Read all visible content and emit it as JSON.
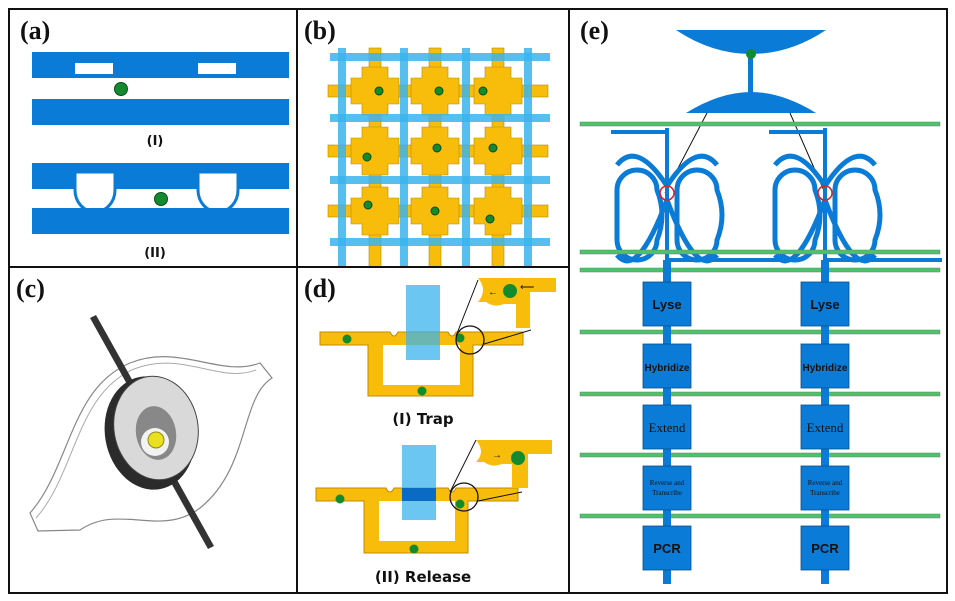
{
  "panels": {
    "a": {
      "label": "(a)",
      "captions": [
        "(I)",
        "(II)"
      ]
    },
    "b": {
      "label": "(b)"
    },
    "c": {
      "label": "(c)"
    },
    "d": {
      "label": "(d)",
      "captions": [
        "(I) Trap",
        "(II) Release"
      ]
    },
    "e": {
      "label": "(e)",
      "steps": [
        "Lyse",
        "Hybridize",
        "Extend",
        "Reverse and Transcribe",
        "PCR"
      ]
    }
  },
  "colors": {
    "channel_blue": "#0a7bd6",
    "grid_cyan": "#3ab4ec",
    "chamber_yellow": "#f8bd0b",
    "cell_green": "#148a2e",
    "valve_green": "#4cc36a",
    "highlight_red": "#e02020"
  }
}
